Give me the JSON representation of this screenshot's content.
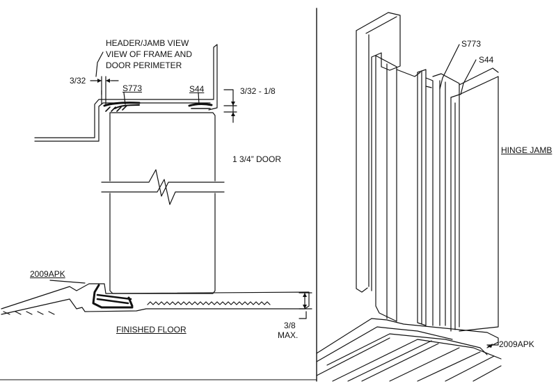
{
  "labels": {
    "header_line1": "HEADER/JAMB VIEW",
    "header_line2": "VIEW OF FRAME AND",
    "header_line3": "DOOR PERIMETER",
    "gap_left": "3/32",
    "seal_s773": "S773",
    "seal_s44": "S44",
    "gap_right": "3/32 - 1/8",
    "door": "1 3/4” DOOR",
    "threshold": "2009APK",
    "floor": "FINISHED FLOOR",
    "max_line1": "3/8",
    "max_line2": "MAX.",
    "iso_s773": "S773",
    "iso_s44": "S44",
    "hinge_jamb": "HINGE JAMB",
    "iso_threshold": "2009APK"
  }
}
